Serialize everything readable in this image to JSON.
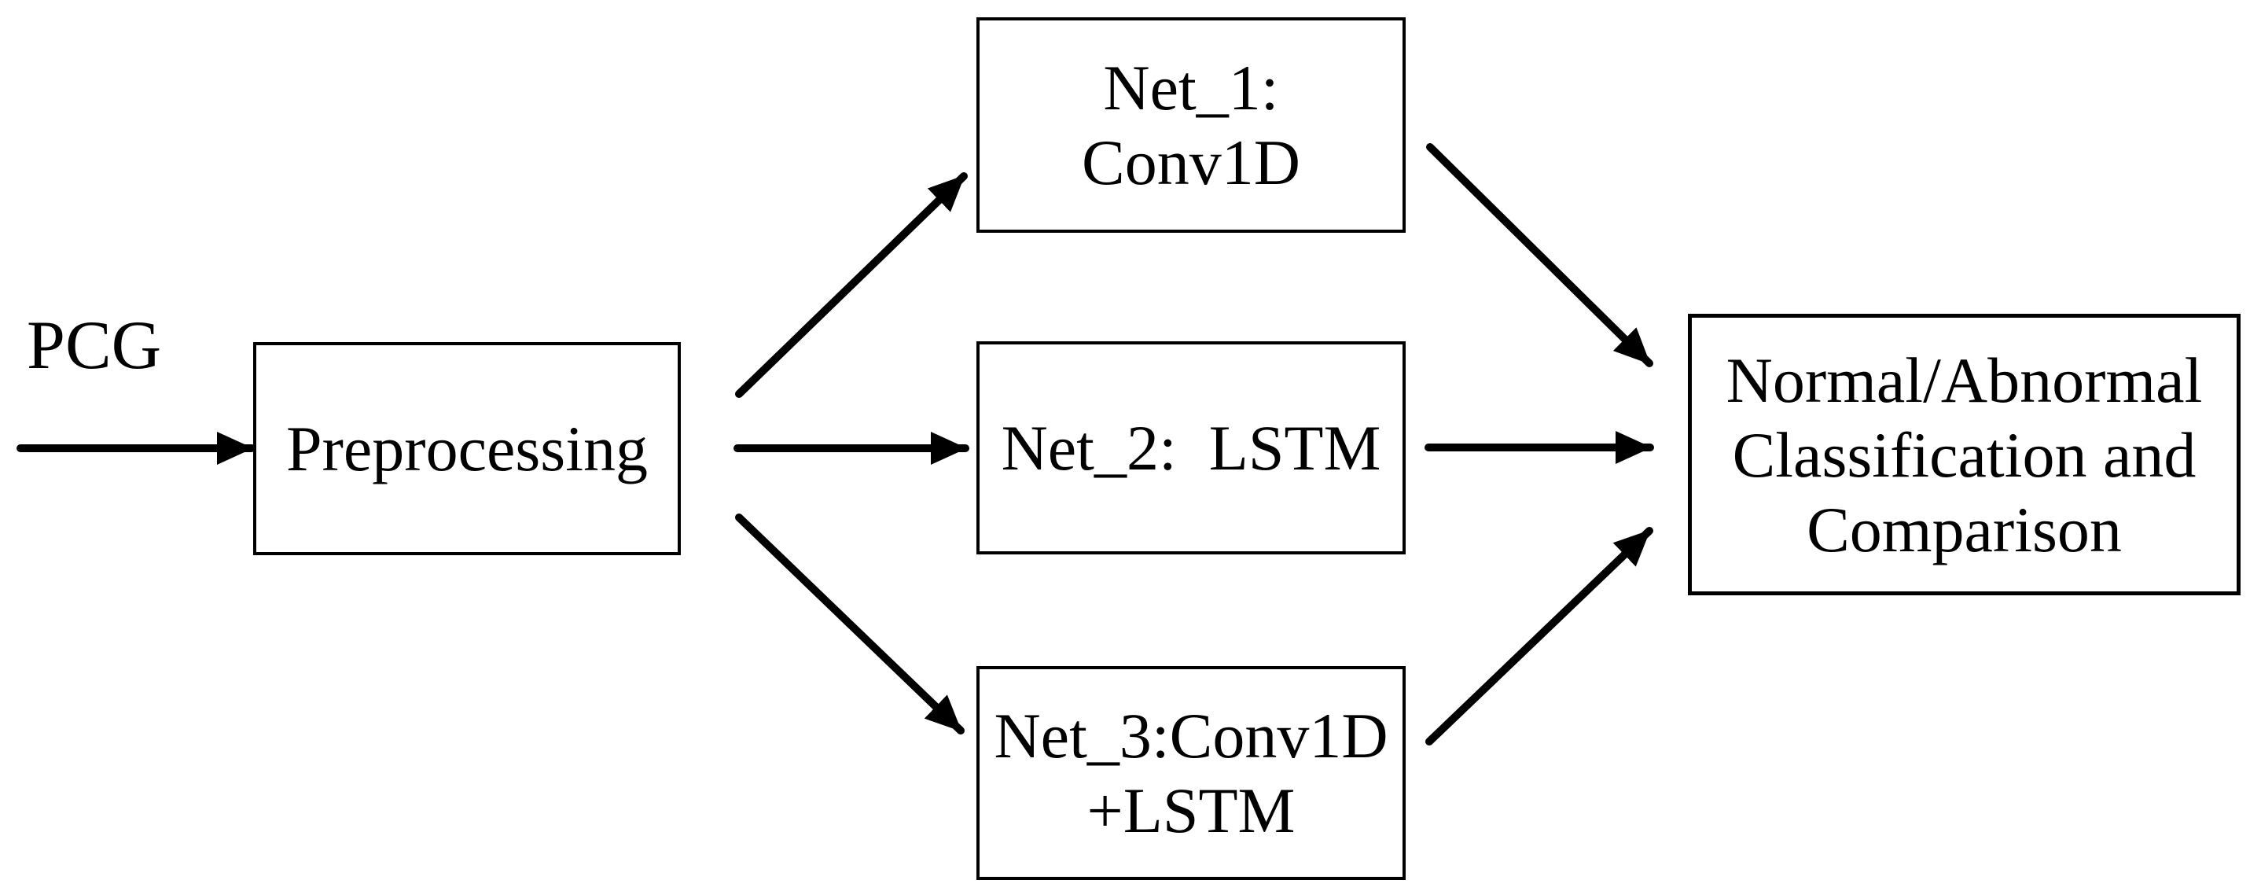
{
  "diagram": {
    "colors": {
      "ink": "#000000",
      "background": "#ffffff"
    },
    "pcg_label": "PCG",
    "nodes": {
      "preprocessing": {
        "label": "Preprocessing"
      },
      "net1": {
        "line1": "Net_1:",
        "line2": "Conv1D"
      },
      "net2": {
        "line1": "Net_2:  LSTM"
      },
      "net3": {
        "line1": "Net_3:Conv1D",
        "line2": "+LSTM"
      },
      "output": {
        "line1": "Normal/Abnormal",
        "line2": "Classification and",
        "line3": "Comparison"
      }
    },
    "edges": [
      {
        "from": "PCG",
        "to": "Preprocessing"
      },
      {
        "from": "Preprocessing",
        "to": "Net_1"
      },
      {
        "from": "Preprocessing",
        "to": "Net_2"
      },
      {
        "from": "Preprocessing",
        "to": "Net_3"
      },
      {
        "from": "Net_1",
        "to": "Output"
      },
      {
        "from": "Net_2",
        "to": "Output"
      },
      {
        "from": "Net_3",
        "to": "Output"
      }
    ]
  }
}
